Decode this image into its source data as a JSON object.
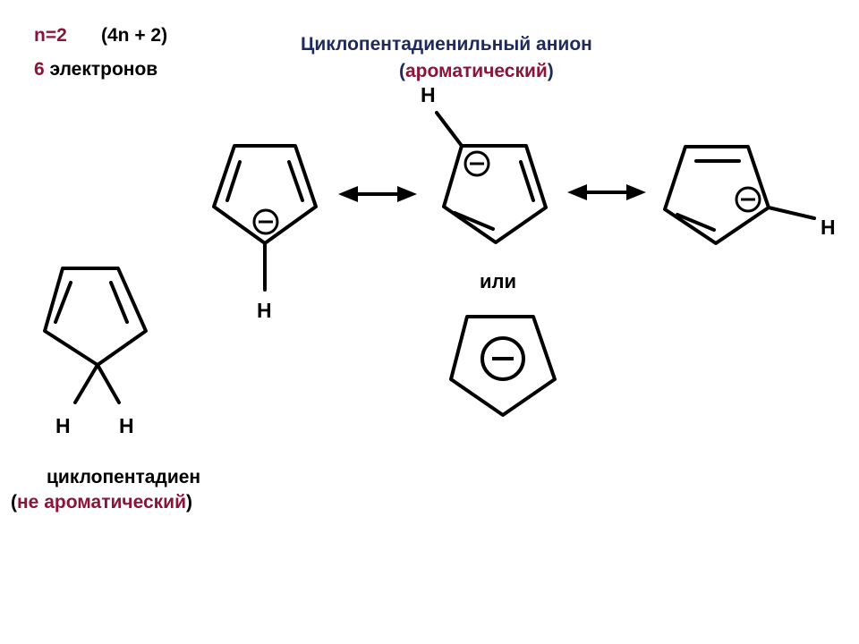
{
  "header": {
    "n_value": "n=2",
    "formula": "(4n + 2)",
    "electrons": "6 электронов"
  },
  "anion": {
    "title": "Циклопентадиенильный анион",
    "subtitle_open": "(",
    "subtitle": "ароматический",
    "subtitle_close": ")"
  },
  "diene": {
    "name": "циклопентадиен",
    "desc_open": "(",
    "desc": "не ароматический",
    "desc_close": ")"
  },
  "or_label": "или",
  "atoms": {
    "h": "H"
  },
  "colors": {
    "accent": "#8B1538",
    "title": "#1F2A5C"
  }
}
